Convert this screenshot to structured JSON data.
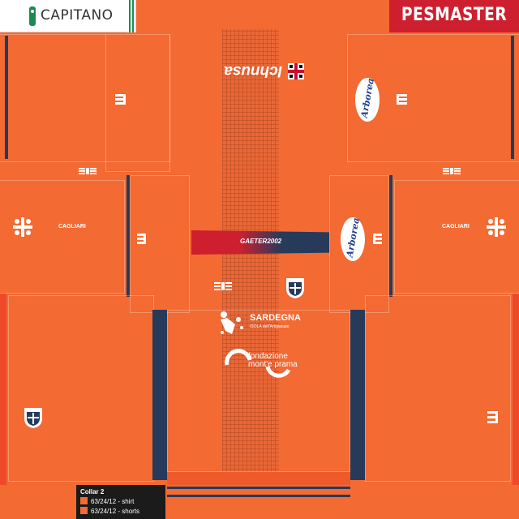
{
  "badge": {
    "captain_label": "CAPITANO"
  },
  "brand": {
    "label": "PESMASTER"
  },
  "sponsors": {
    "main": "Ichnusa",
    "sleeve": "Arborea",
    "back_small": "CAGLIARI",
    "sardegna_title": "SARDEGNA",
    "sardegna_sub": "ISOLA dell'Artigianato",
    "foundation_line1": "fondazione",
    "foundation_line2": "mont'e prama",
    "kit_maker": "GAETER2002"
  },
  "legend": {
    "title": "Collar 2",
    "rows": [
      "63/24/12 - shirt",
      "63/24/12 - shorts"
    ]
  },
  "colors": {
    "base": "#f36a33",
    "navy": "#273a5a",
    "red": "#ce1f2f"
  },
  "icons": [
    "serie-a-logo",
    "cagliari-crest-icon",
    "four-moors-cross-icon",
    "kit-maker-logo-icon"
  ]
}
